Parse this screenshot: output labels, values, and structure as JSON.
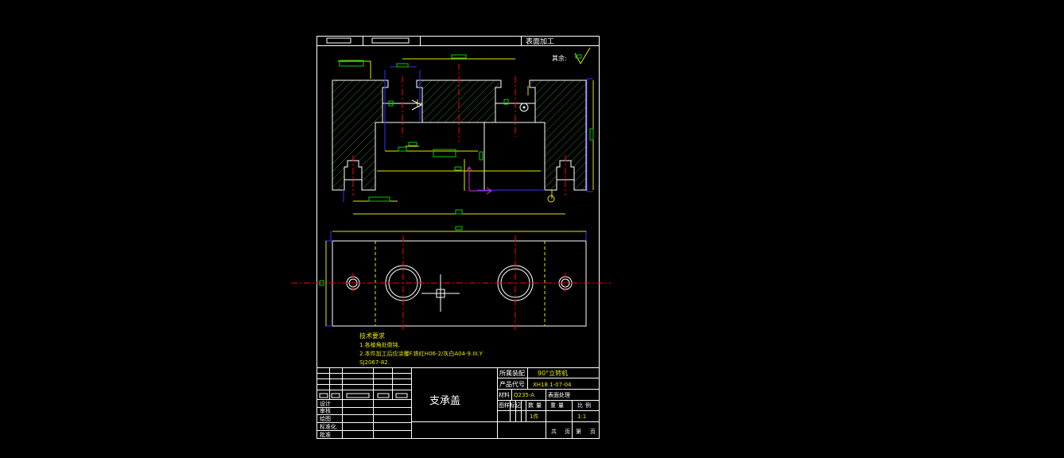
{
  "drawing": {
    "top_block_label": "表面加工",
    "roughness_note": "其余:",
    "tech_requirements": {
      "heading": "技术要求",
      "items": [
        "1.各棱角处倒钝.",
        "2.本件加工后应涂覆F.铁红H06-2/灰白A04-9.III.Y",
        "SJ2067-82."
      ]
    },
    "title_block": {
      "part_name": "支承盖",
      "assembly_label": "所属装配",
      "assembly_value": "90°立转机",
      "product_code_label": "产品代号",
      "product_code_value": "XH18.1-07-04",
      "material_label": "材料",
      "material_value": "Q235-A",
      "treatment_label": "表面处理",
      "mark_label": "图样标记",
      "quantity_label": "数量",
      "weight_label": "重量",
      "scale_label": "比例",
      "quantity_value": "1件",
      "scale_value": "1:1",
      "sign_rows": [
        "设计",
        "审核",
        "绘图",
        "标准化",
        "批准"
      ],
      "sheet_total_label": "共",
      "sheet_page_label": "页",
      "sheet_no_label": "第",
      "sheet_no_page_label": "页"
    },
    "colors": {
      "background": "#000000",
      "outline": "#ffffff",
      "yellow": "#e6e600",
      "green": "#00cc00",
      "red": "#ff0000",
      "blue": "#3333ff",
      "magenta": "#cc33cc",
      "hatch": "#2e7d32"
    }
  }
}
